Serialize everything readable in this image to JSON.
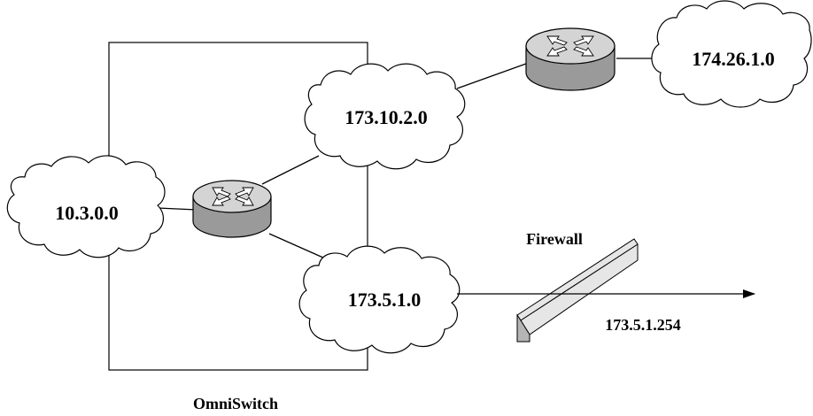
{
  "networks": {
    "n10": "10.3.0.0",
    "n173_10": "173.10.2.0",
    "n173_5": "173.5.1.0",
    "n174": "174.26.1.0"
  },
  "labels": {
    "firewall": "Firewall",
    "firewall_ip": "173.5.1.254",
    "omniswitch": "OmniSwitch"
  },
  "colors": {
    "router_top": "#d4d4d4",
    "router_side": "#9a9a9a",
    "firewall_face": "#e6e6e6",
    "firewall_side": "#b5b5b5"
  },
  "icons": [
    "router-icon",
    "cloud-icon",
    "firewall-icon",
    "arrow-icon"
  ]
}
